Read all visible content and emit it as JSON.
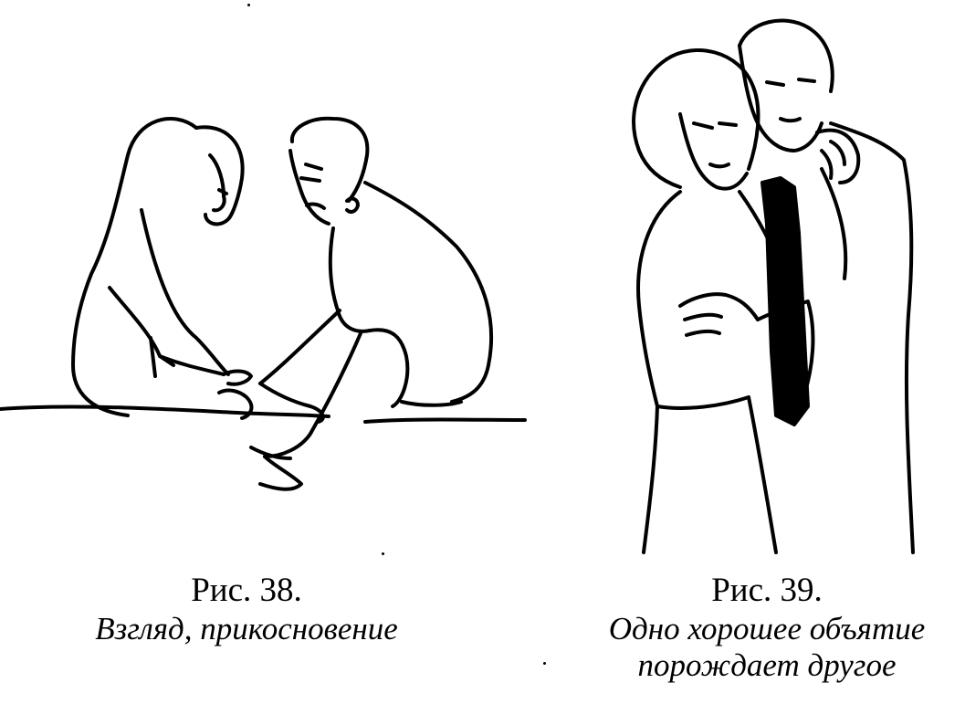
{
  "figures": [
    {
      "number": "Рис. 38.",
      "title": "Взгляд, прикосновение",
      "illustration": "woman-and-man-sitting-touching-icon"
    },
    {
      "number": "Рис. 39.",
      "title_lines": [
        "Одно хорошее объятие",
        "порождает другое"
      ],
      "illustration": "man-embracing-woman-icon"
    }
  ]
}
